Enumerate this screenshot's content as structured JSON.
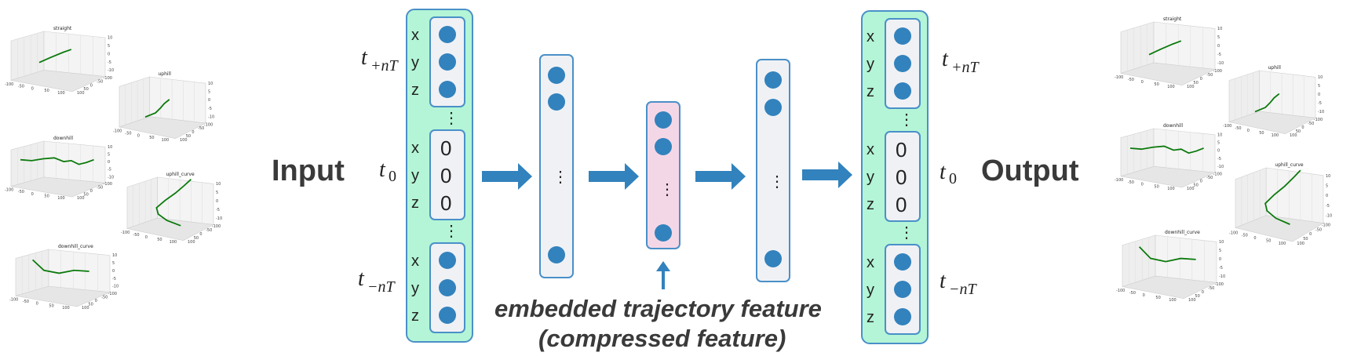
{
  "diagram": {
    "input_label": "Input",
    "output_label": "Output",
    "time_labels": {
      "top": "+nT",
      "middle": "0",
      "bottom": "−nT"
    },
    "axis_letters": [
      "x",
      "y",
      "z"
    ],
    "zero_value": "0",
    "ellipsis": "⋮",
    "caption_line1": "embedded trajectory feature",
    "caption_line2": "(compressed feature)",
    "colors": {
      "io_box": "#b3f5d6",
      "io_border": "#4a90c8",
      "hidden_box": "#f0f1f5",
      "latent_box": "#f4d7e6",
      "node": "#3282bd",
      "arrow": "#3282bd",
      "trajectory": "#0b7a0b"
    }
  },
  "input_plots": [
    {
      "title": "straight",
      "x_ticks": [
        "-100",
        "-50",
        "0",
        "50",
        "100"
      ],
      "y_ticks": [
        "100",
        "50",
        "0",
        "-50",
        "-100"
      ],
      "z_ticks": [
        "10",
        "5",
        "0",
        "-5",
        "-10"
      ]
    },
    {
      "title": "uphill",
      "x_ticks": [
        "-100",
        "-50",
        "0",
        "50",
        "100"
      ],
      "y_ticks": [
        "100",
        "50",
        "0",
        "-50",
        "-100"
      ],
      "z_ticks": [
        "10",
        "5",
        "0",
        "-5",
        "-10"
      ]
    },
    {
      "title": "downhill",
      "x_ticks": [
        "-100",
        "-50",
        "0",
        "50",
        "100"
      ],
      "y_ticks": [
        "100",
        "50",
        "0",
        "-50",
        "-100"
      ],
      "z_ticks": [
        "10",
        "5",
        "0",
        "-5",
        "-10"
      ]
    },
    {
      "title": "uphill_curve",
      "x_ticks": [
        "-100",
        "-50",
        "0",
        "50",
        "100"
      ],
      "y_ticks": [
        "100",
        "50",
        "0",
        "-50",
        "-100"
      ],
      "z_ticks": [
        "10",
        "5",
        "0",
        "-5",
        "-10"
      ]
    },
    {
      "title": "downhill_curve",
      "x_ticks": [
        "-100",
        "-50",
        "0",
        "50",
        "100"
      ],
      "y_ticks": [
        "100",
        "50",
        "0",
        "-50",
        "-100"
      ],
      "z_ticks": [
        "10",
        "5",
        "0",
        "-5",
        "-10"
      ]
    }
  ],
  "output_plots": [
    {
      "title": "straight",
      "x_ticks": [
        "-100",
        "-50",
        "0",
        "50",
        "100"
      ],
      "y_ticks": [
        "100",
        "50",
        "0",
        "-50",
        "-100"
      ],
      "z_ticks": [
        "10",
        "5",
        "0",
        "-5",
        "-10"
      ]
    },
    {
      "title": "uphill",
      "x_ticks": [
        "-100",
        "-50",
        "0",
        "50",
        "100"
      ],
      "y_ticks": [
        "100",
        "50",
        "0",
        "-50",
        "-100"
      ],
      "z_ticks": [
        "10",
        "5",
        "0",
        "-5",
        "-10"
      ]
    },
    {
      "title": "downhill",
      "x_ticks": [
        "-100",
        "-50",
        "0",
        "50",
        "100"
      ],
      "y_ticks": [
        "100",
        "50",
        "0",
        "-50",
        "-100"
      ],
      "z_ticks": [
        "10",
        "5",
        "0",
        "-5",
        "-10"
      ]
    },
    {
      "title": "uphill_curve",
      "x_ticks": [
        "-100",
        "-50",
        "0",
        "50",
        "100"
      ],
      "y_ticks": [
        "100",
        "50",
        "0",
        "-50",
        "-100"
      ],
      "z_ticks": [
        "10",
        "5",
        "0",
        "-5",
        "-10"
      ]
    },
    {
      "title": "downhill_curve",
      "x_ticks": [
        "-100",
        "-50",
        "0",
        "50",
        "100"
      ],
      "y_ticks": [
        "100",
        "50",
        "0",
        "-50",
        "-100"
      ],
      "z_ticks": [
        "10",
        "5",
        "0",
        "-5",
        "-10"
      ]
    }
  ]
}
